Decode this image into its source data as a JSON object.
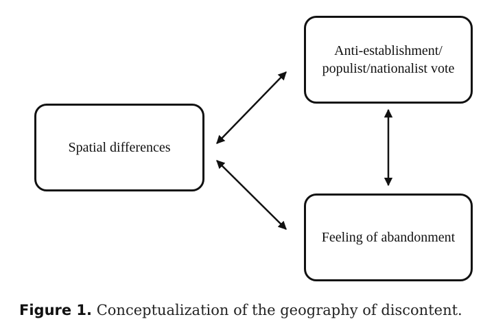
{
  "boxes": {
    "spatial": {
      "text": "Spatial differences"
    },
    "vote": {
      "line1": "Anti-establishment/",
      "line2": "populist/nationalist vote"
    },
    "abandonment": {
      "text": "Feeling of abandonment"
    }
  },
  "caption": {
    "label": "Figure 1.",
    "text": " Conceptualization of the geography of discontent."
  }
}
